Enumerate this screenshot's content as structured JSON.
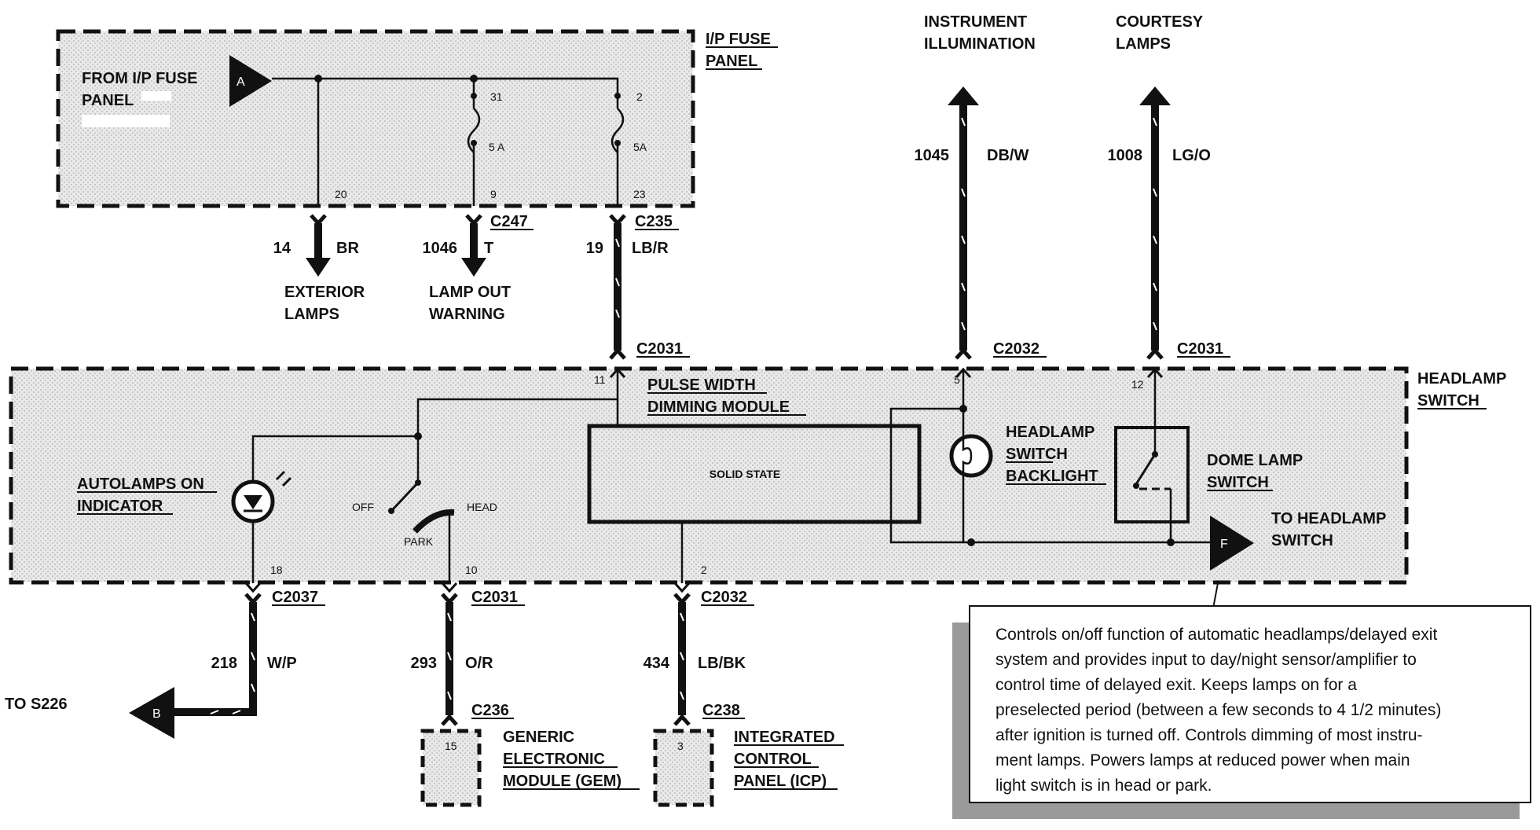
{
  "fuse_panel": {
    "title_line1": "I/P FUSE",
    "title_line2": "PANEL",
    "source_line1": "FROM I/P FUSE",
    "source_line2": "PANEL",
    "source_flag": "A",
    "fuse1_pin": "31",
    "fuse1_rating": "5 A",
    "fuse2_pin": "2",
    "fuse2_rating": "5A",
    "pin_a": "20",
    "pin_b": "9",
    "pin_c": "23"
  },
  "connectors": {
    "c247": "C247",
    "c235": "C235",
    "c2031_top": "C2031",
    "c2032_top": "C2032",
    "c2031_right": "C2031",
    "c2037": "C2037",
    "c2031_bottom": "C2031",
    "c2032_bottom": "C2032",
    "c236": "C236",
    "c238": "C238"
  },
  "wires": {
    "w14": {
      "circuit": "14",
      "color": "BR",
      "dest_line1": "EXTERIOR",
      "dest_line2": "LAMPS"
    },
    "w1046": {
      "circuit": "1046",
      "color": "T",
      "dest_line1": "LAMP OUT",
      "dest_line2": "WARNING"
    },
    "w19": {
      "circuit": "19",
      "color": "LB/R"
    },
    "w1045": {
      "circuit": "1045",
      "color": "DB/W",
      "dest_line1": "INSTRUMENT",
      "dest_line2": "ILLUMINATION"
    },
    "w1008": {
      "circuit": "1008",
      "color": "LG/O",
      "dest_line1": "COURTESY",
      "dest_line2": "LAMPS"
    },
    "w218": {
      "circuit": "218",
      "color": "W/P",
      "dest": "TO S226",
      "flag": "B"
    },
    "w293": {
      "circuit": "293",
      "color": "O/R"
    },
    "w434": {
      "circuit": "434",
      "color": "LB/BK"
    }
  },
  "headlamp_switch": {
    "title_line1": "HEADLAMP",
    "title_line2": "SWITCH",
    "pwm_line1": "PULSE WIDTH",
    "pwm_line2": "DIMMING MODULE",
    "solid_state": "SOLID STATE",
    "autolamps_line1": "AUTOLAMPS ON",
    "autolamps_line2": "INDICATOR",
    "pos_off": "OFF",
    "pos_head": "HEAD",
    "pos_park": "PARK",
    "backlight_line1": "HEADLAMP",
    "backlight_line2": "SWITCH",
    "backlight_line3": "BACKLIGHT",
    "dome_line1": "DOME LAMP",
    "dome_line2": "SWITCH",
    "to_switch_line1": "TO HEADLAMP",
    "to_switch_line2": "SWITCH",
    "to_switch_flag": "F",
    "pin_11": "11",
    "pin_5": "5",
    "pin_12": "12",
    "pin_18": "18",
    "pin_10": "10",
    "pin_2": "2"
  },
  "modules": {
    "gem_pin": "15",
    "gem_line1": "GENERIC",
    "gem_line2": "ELECTRONIC",
    "gem_line3": "MODULE (GEM)",
    "icp_pin": "3",
    "icp_line1": "INTEGRATED",
    "icp_line2": "CONTROL",
    "icp_line3": "PANEL (ICP)"
  },
  "note": {
    "lines": [
      "Controls on/off function of automatic headlamps/delayed exit",
      "system and provides input to day/night sensor/amplifier to",
      "control time of delayed exit.  Keeps lamps on for a",
      "preselected period (between a few seconds to 4 1/2 minutes)",
      "after ignition is turned off.  Controls dimming of most instru-",
      "ment lamps.  Powers lamps at reduced power when main",
      "light switch is in head or park."
    ]
  }
}
